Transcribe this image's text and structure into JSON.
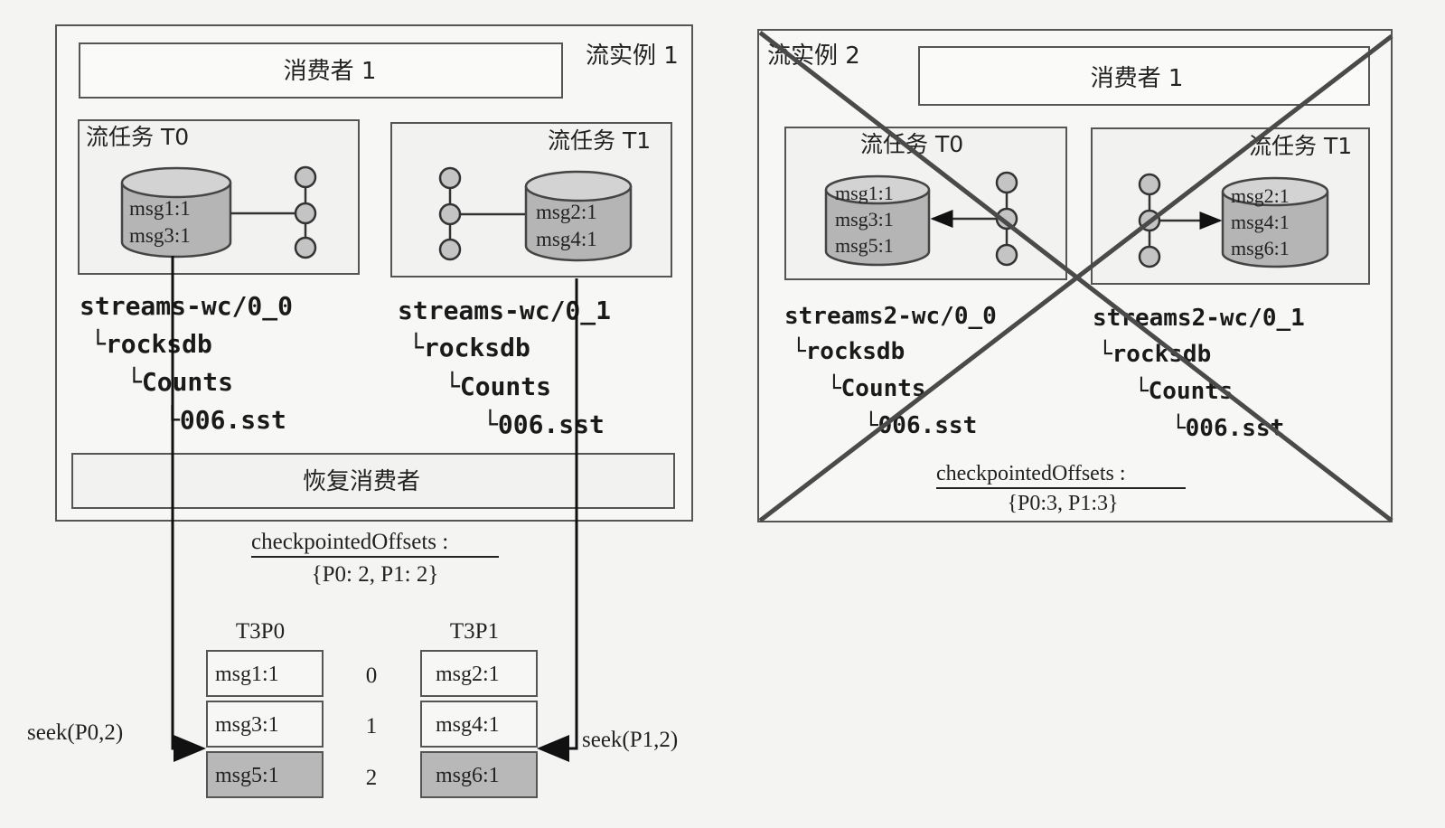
{
  "instance1": {
    "title": "流实例 1",
    "consumer": "消费者 1",
    "task0": {
      "title": "流任务 T0",
      "store": [
        "msg1:1",
        "msg3:1"
      ]
    },
    "task1": {
      "title": "流任务 T1",
      "store": [
        "msg2:1",
        "msg4:1"
      ]
    },
    "dir0": {
      "path": "streams-wc/0_0",
      "db": "└rocksdb",
      "counts": "└Counts",
      "sst": "└006.sst"
    },
    "dir1": {
      "path": "streams-wc/0_1",
      "db": "└rocksdb",
      "counts": "└Counts",
      "sst": "└006.sst"
    },
    "restore_consumer": "恢复消费者"
  },
  "instance2": {
    "title": "流实例 2",
    "consumer": "消费者 1",
    "task0": {
      "title": "流任务 T0",
      "store": [
        "msg1:1",
        "msg3:1",
        "msg5:1"
      ]
    },
    "task1": {
      "title": "流任务 T1",
      "store": [
        "msg2:1",
        "msg4:1",
        "msg6:1"
      ]
    },
    "dir0": {
      "path": "streams2-wc/0_0",
      "db": "└rocksdb",
      "counts": "└Counts",
      "sst": "└006.sst"
    },
    "dir1": {
      "path": "streams2-wc/0_1",
      "db": "└rocksdb",
      "counts": "└Counts",
      "sst": "└006.sst"
    },
    "checkpoint_label": "checkpointedOffsets :",
    "checkpoint_value": "{P0:3, P1:3}"
  },
  "checkpoint": {
    "label": "checkpointedOffsets :",
    "value": "{P0: 2, P1: 2}"
  },
  "topic": {
    "p0_title": "T3P0",
    "p1_title": "T3P1",
    "p0": [
      "msg1:1",
      "msg3:1",
      "msg5:1"
    ],
    "p1": [
      "msg2:1",
      "msg4:1",
      "msg6:1"
    ],
    "offsets": [
      "0",
      "1",
      "2"
    ],
    "seek0": "seek(P0,2)",
    "seek1": "seek(P1,2)"
  }
}
